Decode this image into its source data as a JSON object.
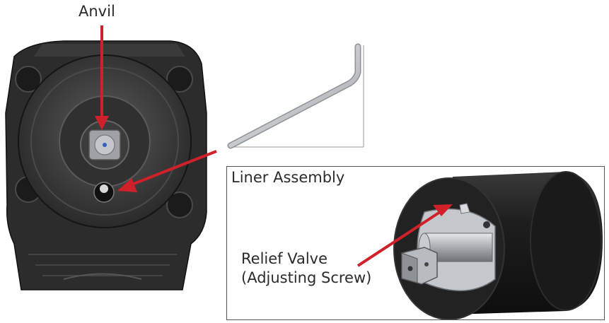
{
  "labels": {
    "anvil": "Anvil",
    "liner_assembly": "Liner Assembly",
    "relief_valve_line1": "Relief Valve",
    "relief_valve_line2": "(Adjusting Screw)"
  },
  "colors": {
    "arrow": "#d0202a",
    "tool_body": "#2a2a2a",
    "liner_body": "#1c1c1c",
    "metal": "#b8bcc0"
  },
  "icons": {
    "hex_key": "allen-wrench-icon"
  }
}
